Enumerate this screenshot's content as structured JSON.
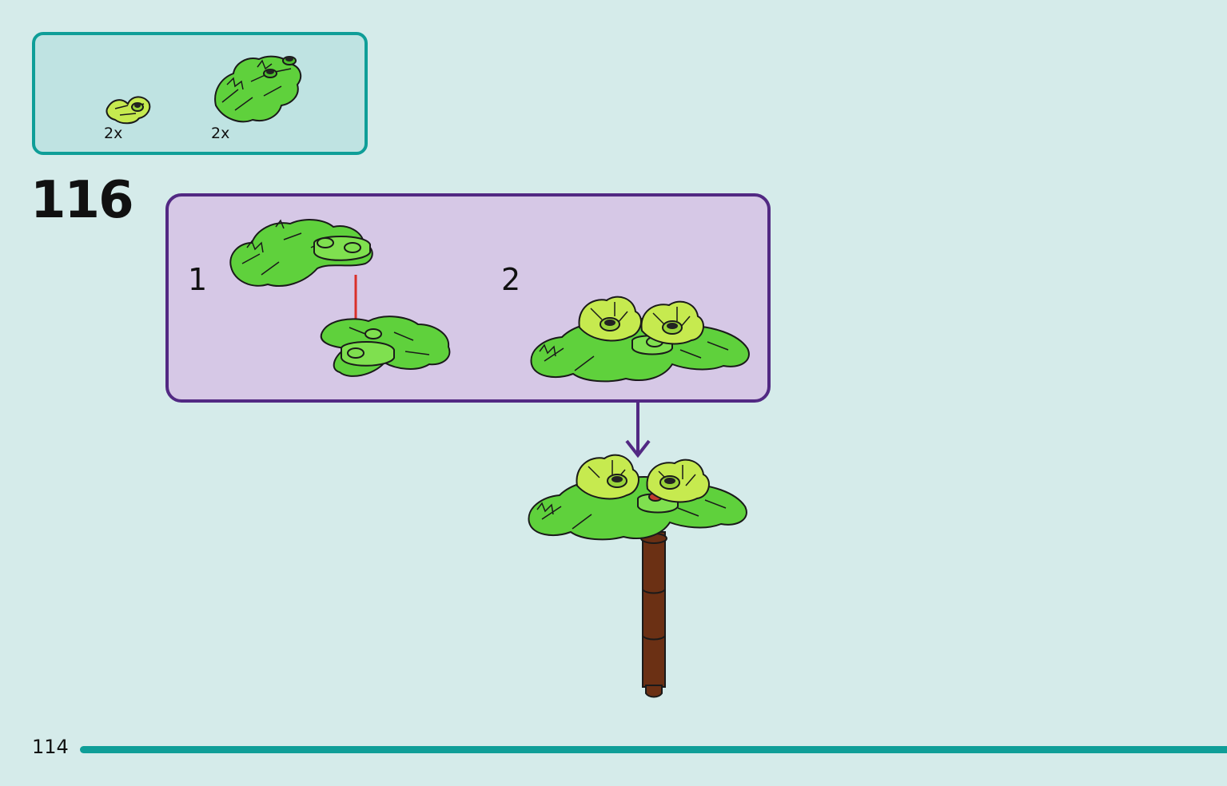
{
  "parts_list": {
    "items": [
      {
        "icon": "small-leaf-plant-icon",
        "quantity": "2x"
      },
      {
        "icon": "large-leaf-plant-icon",
        "quantity": "2x"
      }
    ]
  },
  "step": {
    "number": "116"
  },
  "substeps": [
    {
      "label": "1"
    },
    {
      "label": "2"
    }
  ],
  "footer": {
    "page_number": "114"
  },
  "colors": {
    "background": "#d5ebea",
    "parts_border": "#0f9e98",
    "substep_border": "#522983",
    "leaf_green": "#5fd13c",
    "lime": "#c6ea4f",
    "trunk_brown": "#6b3014",
    "arrow_red": "#d9302a"
  }
}
